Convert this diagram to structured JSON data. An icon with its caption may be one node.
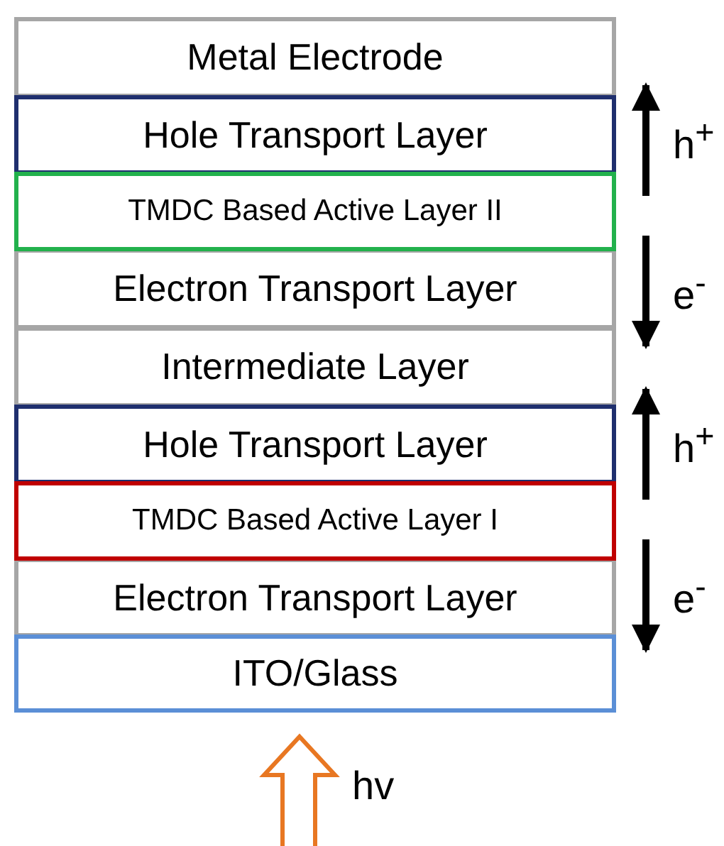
{
  "diagram": {
    "nodes": [
      {
        "text": [
          "Metal Electrode"
        ]
      },
      {
        "text": [
          "Hole Transport Layer"
        ]
      },
      {
        "text": [
          "TMDC Based Active Layer II"
        ]
      },
      {
        "text": [
          "Electron Transport Layer"
        ]
      },
      {
        "text": [
          "Intermediate Layer"
        ]
      },
      {
        "text": [
          "Hole Transport Layer"
        ]
      },
      {
        "text": [
          "TMDC Based Active Layer I"
        ]
      },
      {
        "text": [
          "Electron Transport Layer"
        ]
      },
      {
        "text": [
          "ITO/Glass"
        ]
      }
    ],
    "labels": [
      "h$^{+}$",
      "e$^{-}$",
      "h$^{+}$",
      "e$^{-}$",
      "hv"
    ]
  }
}
